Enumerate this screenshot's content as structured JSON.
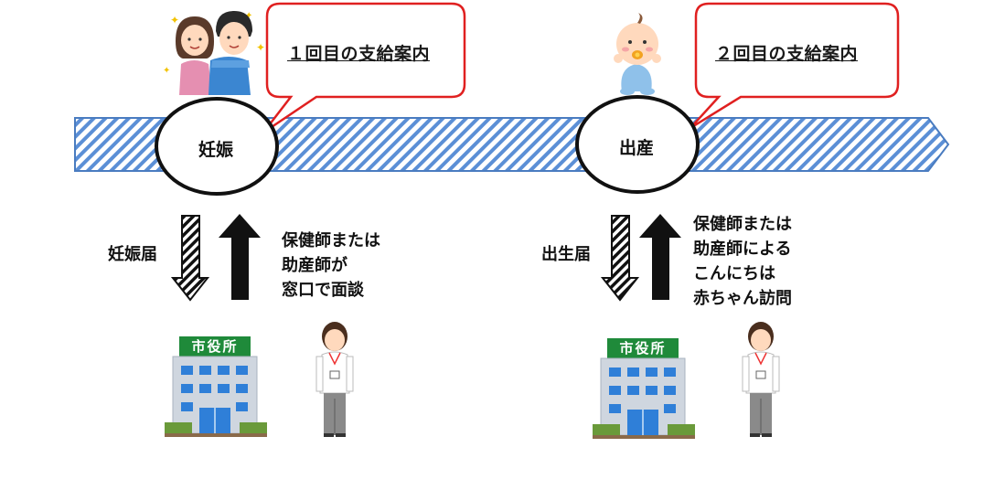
{
  "stage1": {
    "event": "妊娠",
    "bubble": "１回目の支給案内",
    "report": "妊娠届",
    "support_lines": [
      "保健師または",
      "助産師が",
      "窓口で面談"
    ]
  },
  "stage2": {
    "event": "出産",
    "bubble": "２回目の支給案内",
    "report": "出生届",
    "support_lines": [
      "保健師または",
      "助産師による",
      "こんにちは",
      "赤ちゃん訪問"
    ]
  },
  "city_hall_sign": "市役所",
  "colors": {
    "timeline_hatch": "#5b8fd6",
    "bubble_border": "#e02020",
    "building_sign": "#1f8a3a",
    "building_body": "#cfd6df",
    "window": "#2f7fd8"
  },
  "icons": [
    "couple-icon",
    "baby-icon",
    "city-hall-icon",
    "staff-woman-icon"
  ]
}
